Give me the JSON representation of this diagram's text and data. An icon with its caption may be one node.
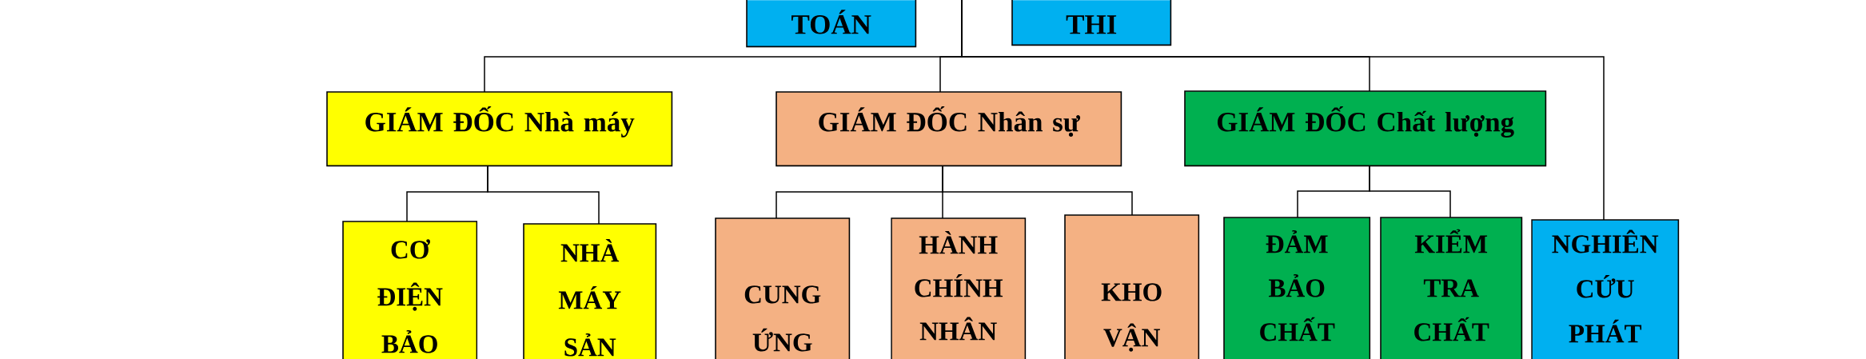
{
  "diagram": {
    "nodes": [
      {
        "text": [
          "TOÁN"
        ]
      },
      {
        "text": [
          "THI"
        ]
      },
      {
        "text": [
          "GIÁM ĐỐC Nhà máy"
        ]
      },
      {
        "text": [
          "GIÁM ĐỐC Nhân sự"
        ]
      },
      {
        "text": [
          "GIÁM ĐỐC Chất lượng"
        ]
      },
      {
        "text": [
          "CƠ ĐIỆN BẢO"
        ]
      },
      {
        "text": [
          "NHÀ MÁY SẢN"
        ]
      },
      {
        "text": [
          "CUNG ỨNG"
        ]
      },
      {
        "text": [
          "HÀNH CHÍNH NHÂN"
        ]
      },
      {
        "text": [
          "KHO VẬN"
        ]
      },
      {
        "text": [
          "ĐẢM BẢO CHẤT"
        ]
      },
      {
        "text": [
          "KIỂM TRA CHẤT"
        ]
      },
      {
        "text": [
          "NGHIÊN CỨU PHÁT"
        ]
      }
    ],
    "edges": [
      {
        "from": null,
        "to": 2,
        "arrow": "none"
      },
      {
        "from": null,
        "to": 3,
        "arrow": "none"
      },
      {
        "from": null,
        "to": 4,
        "arrow": "none"
      },
      {
        "from": null,
        "to": 12,
        "arrow": "none"
      },
      {
        "from": 2,
        "to": 5,
        "arrow": "none"
      },
      {
        "from": 2,
        "to": 6,
        "arrow": "none"
      },
      {
        "from": 3,
        "to": 7,
        "arrow": "none"
      },
      {
        "from": 3,
        "to": 8,
        "arrow": "none"
      },
      {
        "from": 3,
        "to": 9,
        "arrow": "none"
      },
      {
        "from": 4,
        "to": 10,
        "arrow": "none"
      },
      {
        "from": 4,
        "to": 11,
        "arrow": "none"
      }
    ]
  }
}
